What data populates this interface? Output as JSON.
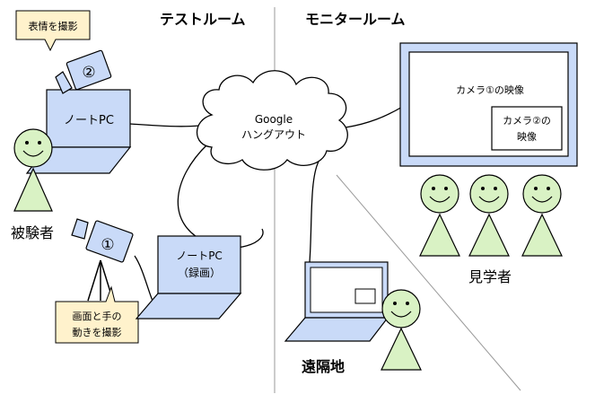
{
  "zones": {
    "test_room": "テストルーム",
    "monitor_room": "モニタールーム"
  },
  "cloud": {
    "line1": "Google",
    "line2": "ハングアウト"
  },
  "laptop_main": {
    "label": "ノートPC"
  },
  "laptop_record": {
    "line1": "ノートPC",
    "line2": "（録画）"
  },
  "camera_top": {
    "number": "②",
    "callout": "表情を撮影"
  },
  "camera_bottom": {
    "number": "①",
    "callout_line1": "画面と手の",
    "callout_line2": "動きを撮影"
  },
  "subject_label": "被験者",
  "monitor": {
    "main_label": "カメラ①の映像",
    "inset_line1": "カメラ②の",
    "inset_line2": "映像"
  },
  "observers_label": "見学者",
  "remote_label": "遠隔地",
  "colors": {
    "device_fill": "#c9daf8",
    "face_fill": "#d9f2c4",
    "callout_fill": "#fff2cc",
    "stroke": "#000000",
    "divider": "#999999"
  }
}
